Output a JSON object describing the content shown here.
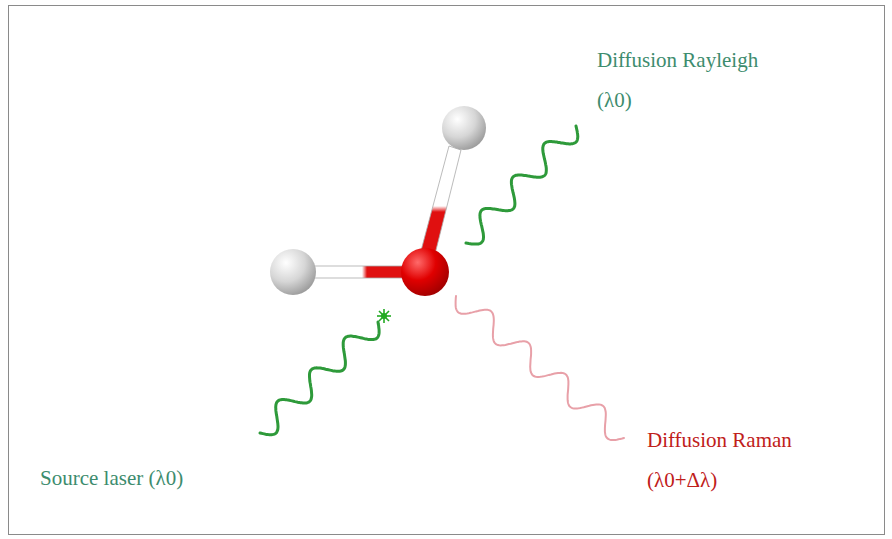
{
  "diagram": {
    "labels": [
      "Source laser (λ0)",
      "Diffusion Rayleigh (λ0)",
      "Diffusion Raman (λ0+Δλ)"
    ]
  }
}
